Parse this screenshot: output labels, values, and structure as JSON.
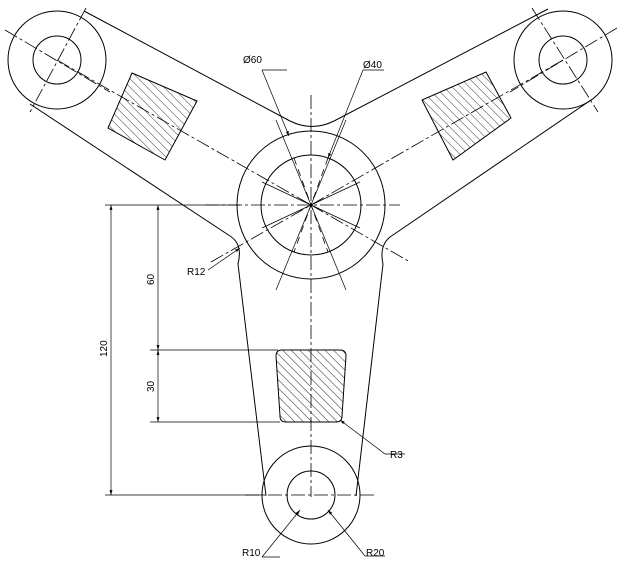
{
  "dimensions": {
    "dia_outer": "Ø60",
    "dia_inner": "Ø40",
    "fillet_r12": "R12",
    "dim_60": "60",
    "dim_30": "30",
    "dim_120": "120",
    "corner_r3": "R3",
    "hole_r10": "R10",
    "boss_r20": "R20"
  }
}
